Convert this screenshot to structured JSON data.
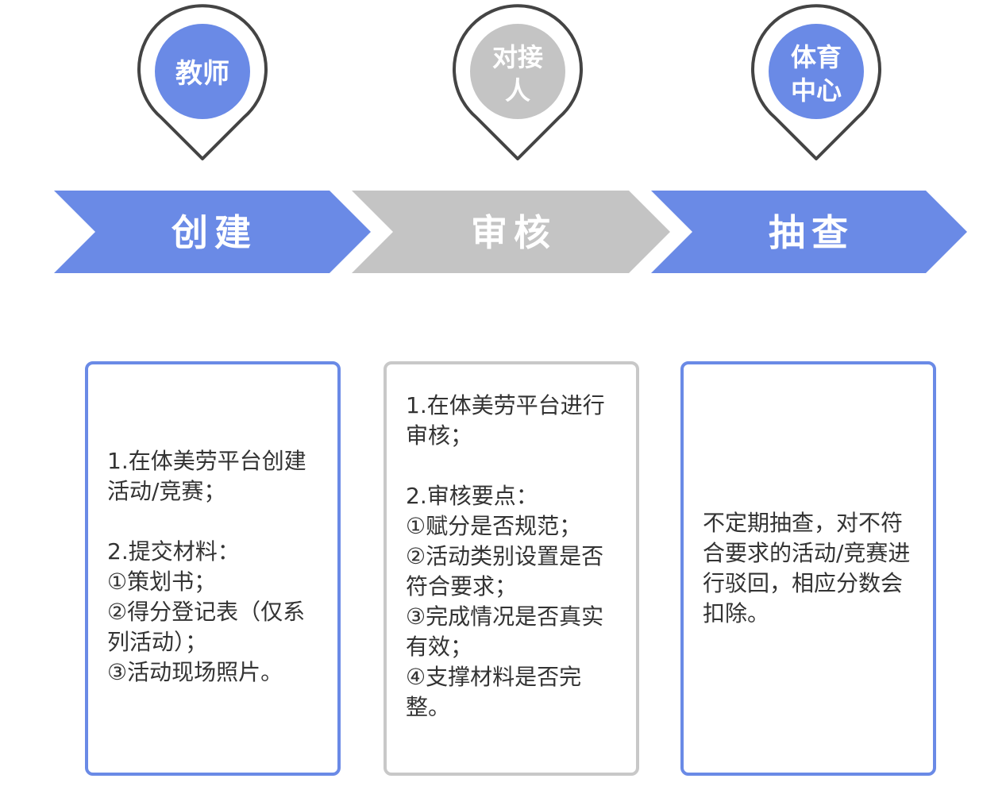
{
  "colors": {
    "blue": "#6a8ae6",
    "gray": "#c4c4c4",
    "pin_outline": "#444444"
  },
  "pins": [
    {
      "lines": [
        "教师"
      ],
      "color": "blue"
    },
    {
      "lines": [
        "对接",
        "人"
      ],
      "color": "gray"
    },
    {
      "lines": [
        "体育",
        "中心"
      ],
      "color": "blue"
    }
  ],
  "stages": [
    {
      "label": "创建",
      "color": "blue"
    },
    {
      "label": "审核",
      "color": "gray"
    },
    {
      "label": "抽查",
      "color": "blue"
    }
  ],
  "cards": {
    "create": "1.在体美劳平台创建活动/竞赛；\n\n2.提交材料：\n①策划书；\n②得分登记表（仅系列活动）；\n③活动现场照片。",
    "review": "1.在体美劳平台进行审核；\n\n2.审核要点：\n①赋分是否规范；\n②活动类别设置是否符合要求；\n③完成情况是否真实有效；\n④支撑材料是否完整。",
    "check": "不定期抽查，对不符合要求的活动/竞赛进行驳回，相应分数会扣除。"
  }
}
